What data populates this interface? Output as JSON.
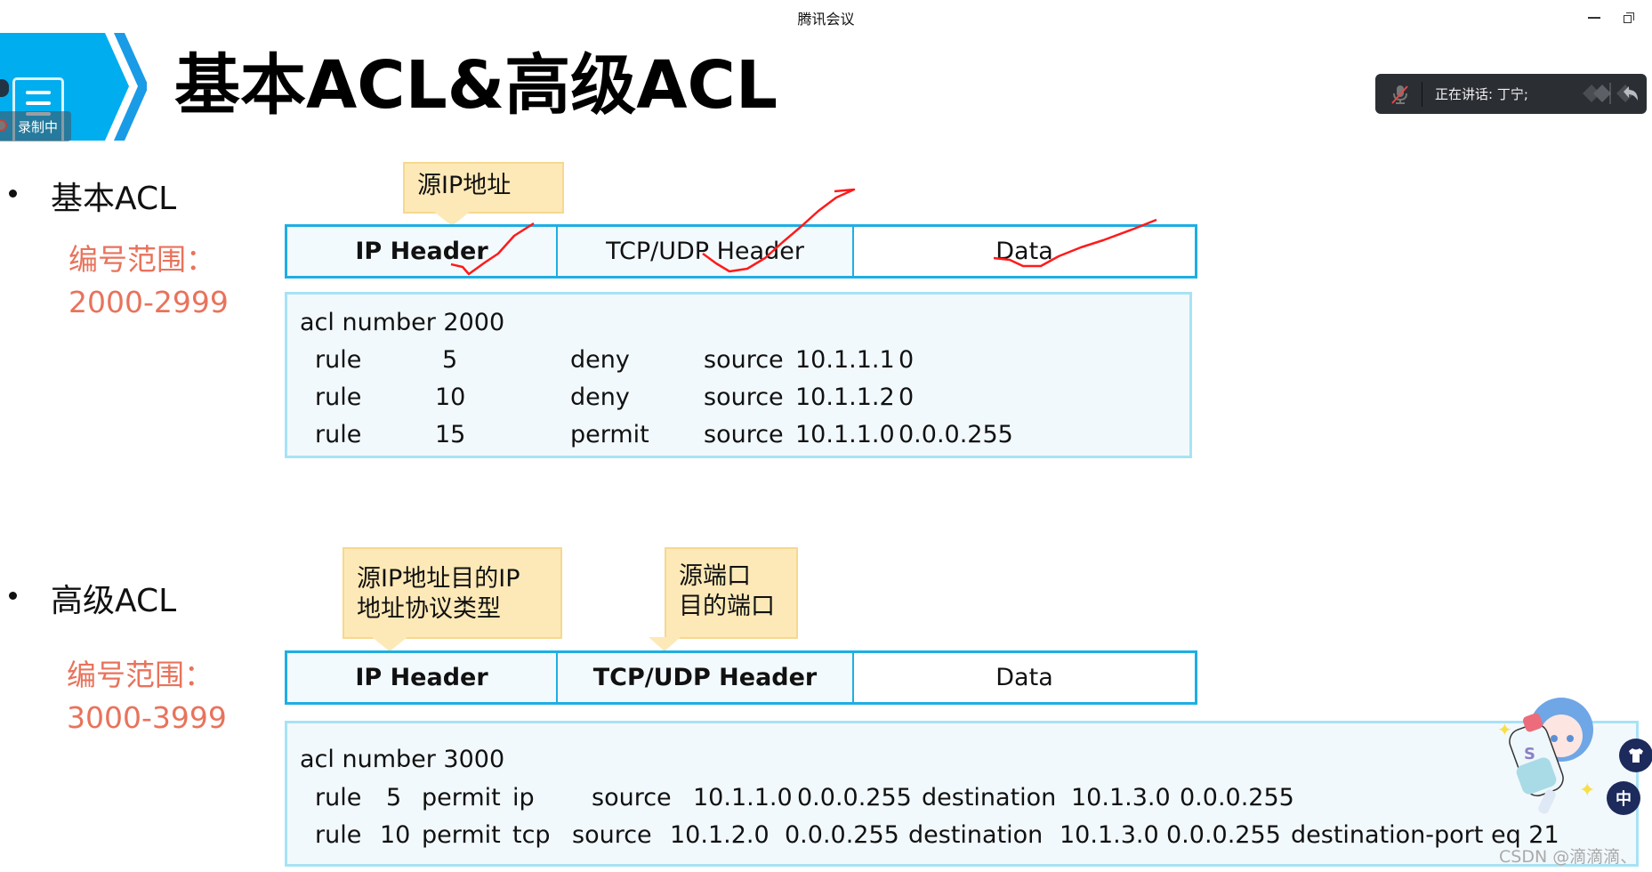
{
  "window": {
    "title": "腾讯会议",
    "minimize_icon": "minimize-icon",
    "restore_icon": "restore-icon"
  },
  "recording": {
    "label": "录制中",
    "icon": "notes-icon"
  },
  "speaking": {
    "text": "正在讲话: 丁宁;",
    "mic_icon": "mic-muted-icon",
    "actions": [
      "layout-icon",
      "back-icon"
    ]
  },
  "slide": {
    "title": "基本ACL&高级ACL",
    "basic": {
      "bullet": "基本ACL",
      "range_label": "编号范围：",
      "range_value": "2000-2999",
      "callout": "源IP地址",
      "headers": [
        "IP Header",
        "TCP/UDP Header",
        "Data"
      ],
      "acl_title": "acl number 2000",
      "rules": [
        {
          "keyword": "rule",
          "id": "5",
          "action": "deny",
          "src_kw": "source",
          "src": "10.1.1.1",
          "wildcard": "0"
        },
        {
          "keyword": "rule",
          "id": "10",
          "action": "deny",
          "src_kw": "source",
          "src": "10.1.1.2",
          "wildcard": "0"
        },
        {
          "keyword": "rule",
          "id": "15",
          "action": "permit",
          "src_kw": "source",
          "src": "10.1.1.0",
          "wildcard": "0.0.0.255"
        }
      ]
    },
    "advanced": {
      "bullet": "高级ACL",
      "range_label": "编号范围：",
      "range_value": "3000-3999",
      "callout_ip_line1": "源IP地址目的IP",
      "callout_ip_line2": "地址协议类型",
      "callout_port_line1": "源端口",
      "callout_port_line2": "目的端口",
      "headers": [
        "IP Header",
        "TCP/UDP Header",
        "Data"
      ],
      "acl_title": "acl number 3000",
      "rules": [
        {
          "keyword": "rule",
          "id": "5",
          "action": "permit",
          "proto": "ip",
          "src_kw": "source",
          "src": "10.1.1.0",
          "src_wc": "0.0.0.255",
          "dst_kw": "destination",
          "dst": "10.1.3.0",
          "dst_wc": "0.0.0.255",
          "extra": ""
        },
        {
          "keyword": "rule",
          "id": "10",
          "action": "permit",
          "proto": "tcp",
          "src_kw": "source",
          "src": "10.1.2.0",
          "src_wc": "0.0.0.255",
          "dst_kw": "destination",
          "dst": "10.1.3.0",
          "dst_wc": "0.0.0.255",
          "extra": "destination-port eq 21"
        }
      ]
    }
  },
  "overlay": {
    "watermark": "CSDN @滴滴滴、",
    "side_buttons": [
      {
        "icon": "shirt-icon",
        "label": ""
      },
      {
        "icon": "chinese-input-icon",
        "label": "中"
      }
    ],
    "mascot": "mascot-sticker"
  },
  "colors": {
    "banner_blue": "#00adef",
    "range_red": "#e8735c",
    "header_border": "#1eaee4",
    "acl_border": "#a8e2f5",
    "callout_fill": "#fde9b7",
    "ink_red": "#ff1a1a"
  }
}
